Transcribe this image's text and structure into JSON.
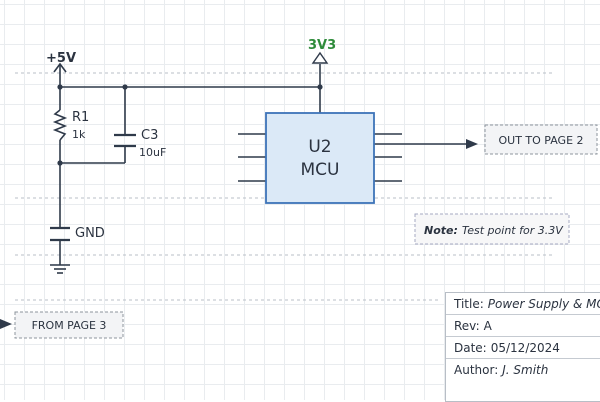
{
  "power_labels": {
    "vcc": "+5V",
    "v33": "3V3",
    "gnd": "GND"
  },
  "components": {
    "r1": {
      "ref": "R1",
      "value": "1k"
    },
    "c3": {
      "ref": "C3",
      "value": "10uF"
    },
    "u2": {
      "ref": "U2",
      "name": "MCU"
    }
  },
  "ports": {
    "out": "OUT TO PAGE 2",
    "in": "FROM PAGE 3"
  },
  "note": {
    "label": "Note:",
    "text": "Test point for 3.3V"
  },
  "title_block": {
    "title_key": "Title:",
    "title_val": "Power Supply & MCU",
    "rev_key": "Rev:",
    "rev_val": "A",
    "date_key": "Date:",
    "date_val": "05/12/2024",
    "author_key": "Author:",
    "author_val": "J. Smith"
  },
  "colors": {
    "wire": "#2f3a4a",
    "ic_fill": "#dbe9f7",
    "ic_stroke": "#3d73b8",
    "v33": "#2e8b3a"
  }
}
